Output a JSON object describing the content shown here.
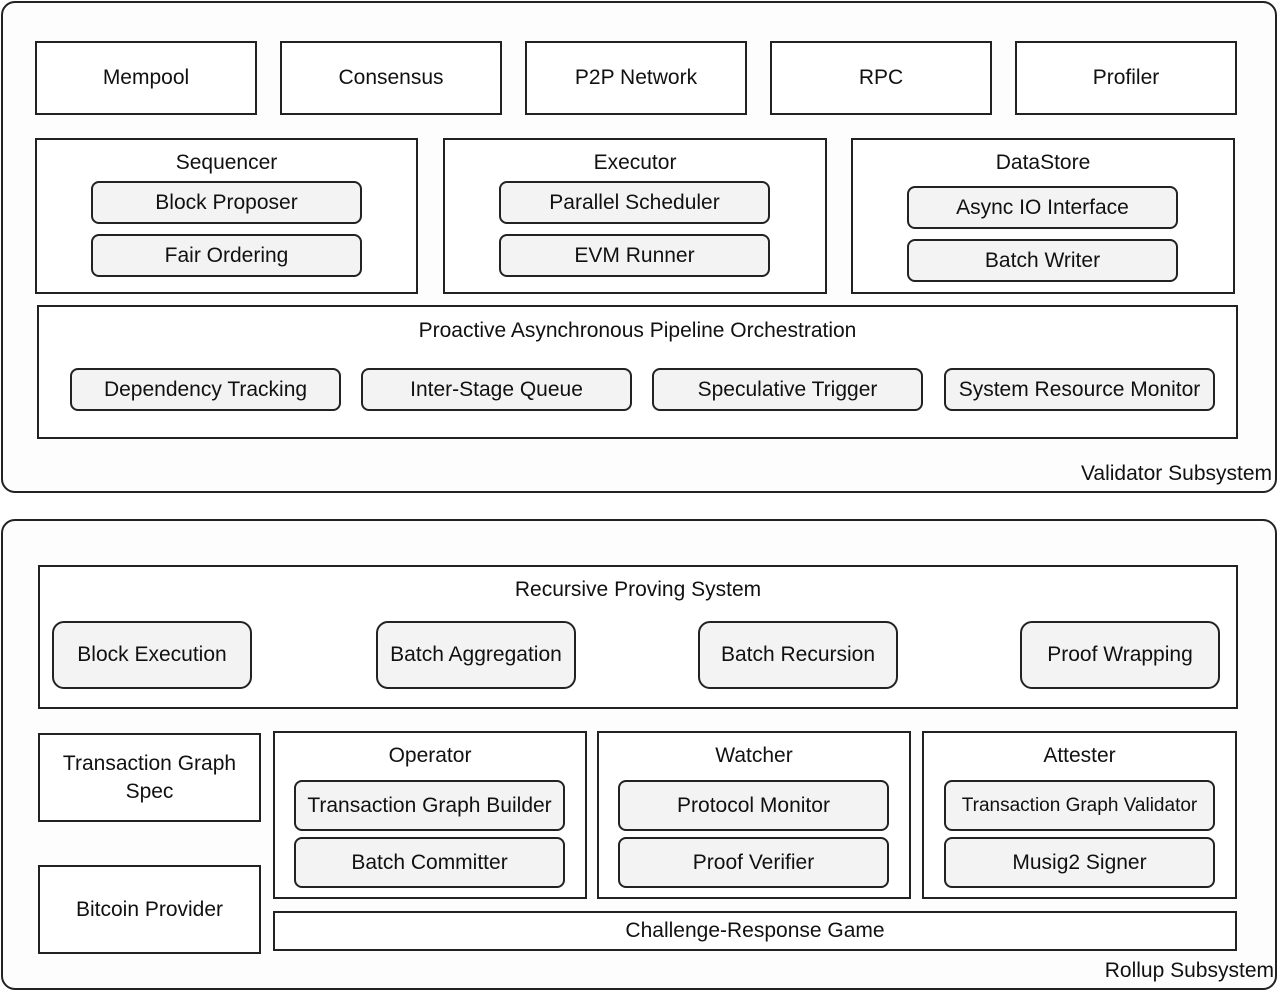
{
  "validator": {
    "label": "Validator Subsystem",
    "top_boxes": [
      "Mempool",
      "Consensus",
      "P2P Network",
      "RPC",
      "Profiler"
    ],
    "sequencer": {
      "title": "Sequencer",
      "items": [
        "Block Proposer",
        "Fair Ordering"
      ]
    },
    "executor": {
      "title": "Executor",
      "items": [
        "Parallel Scheduler",
        "EVM Runner"
      ]
    },
    "datastore": {
      "title": "DataStore",
      "items": [
        "Async IO Interface",
        "Batch Writer"
      ]
    },
    "pipeline": {
      "title": "Proactive Asynchronous Pipeline Orchestration",
      "items": [
        "Dependency Tracking",
        "Inter-Stage Queue",
        "Speculative Trigger",
        "System Resource Monitor"
      ]
    }
  },
  "rollup": {
    "label": "Rollup Subsystem",
    "proving": {
      "title": "Recursive Proving System",
      "items": [
        "Block Execution",
        "Batch Aggregation",
        "Batch Recursion",
        "Proof Wrapping"
      ]
    },
    "tx_graph_spec": "Transaction Graph Spec",
    "bitcoin_provider": "Bitcoin Provider",
    "operator": {
      "title": "Operator",
      "items": [
        "Transaction Graph Builder",
        "Batch Committer"
      ]
    },
    "watcher": {
      "title": "Watcher",
      "items": [
        "Protocol Monitor",
        "Proof Verifier"
      ]
    },
    "attester": {
      "title": "Attester",
      "items": [
        "Transaction Graph Validator",
        "Musig2 Signer"
      ]
    },
    "challenge": "Challenge-Response Game"
  }
}
